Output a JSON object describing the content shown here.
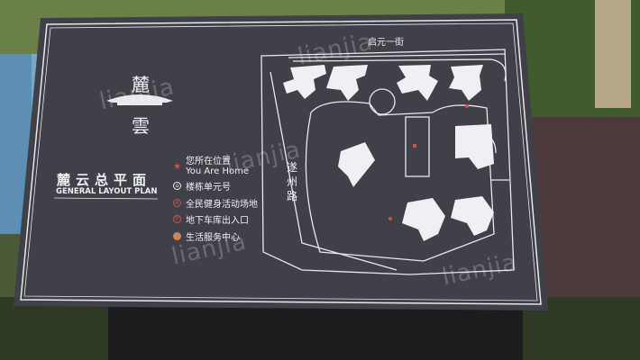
{
  "sign": {
    "logo_chars": [
      "麓",
      "雲"
    ],
    "title_cn": "麓云总平面",
    "title_en": "GENERAL LAYOUT PLAN",
    "legend": [
      {
        "icon": "star-icon",
        "label": "您所在位置",
        "sub": "You Are Home"
      },
      {
        "icon": "building-number-icon",
        "label": "楼栋单元号"
      },
      {
        "icon": "fitness-icon",
        "label": "全民健身活动场地"
      },
      {
        "icon": "parking-icon",
        "label": "地下车库出入口"
      },
      {
        "icon": "service-center-icon",
        "label": "生活服务中心"
      }
    ],
    "map": {
      "street_top": "启元一街",
      "street_left": "遂州路"
    }
  },
  "watermark": "lianjia",
  "colors": {
    "board": "#3f4048",
    "line": "#e8e9ec",
    "accent": "#c9564a",
    "foliage": "#4d3a3d"
  }
}
